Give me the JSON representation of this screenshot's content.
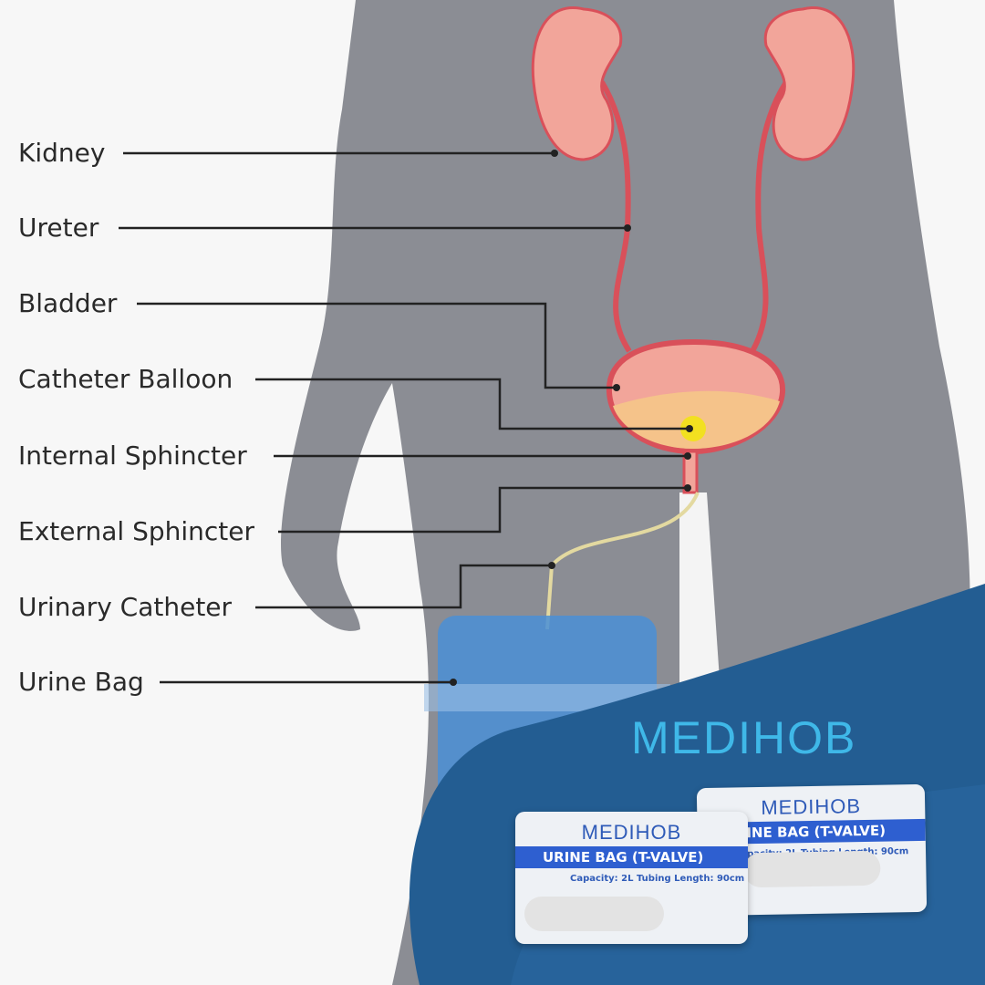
{
  "labels": [
    "Kidney",
    "Ureter",
    "Bladder",
    "Catheter Balloon",
    "Internal Sphincter",
    "External Sphincter",
    "Urinary Catheter",
    "Urine Bag"
  ],
  "brand": {
    "name": "MEDIHOB",
    "color": "#3fb8e8"
  },
  "packages": [
    {
      "brand": "MEDIHOB",
      "title": "URINE BAG (T-VALVE)",
      "specs": "Capacity: 2L    Tubing Length: 90cm"
    },
    {
      "brand": "MEDIHOB",
      "title": "URINE BAG (T-VALVE)",
      "specs": "Capacity: 2L    Tubing Length: 90cm"
    }
  ],
  "colors": {
    "body": "#8b8d94",
    "organ": "#f2a59a",
    "vessel": "#d9505a",
    "panel": "#235d92"
  }
}
